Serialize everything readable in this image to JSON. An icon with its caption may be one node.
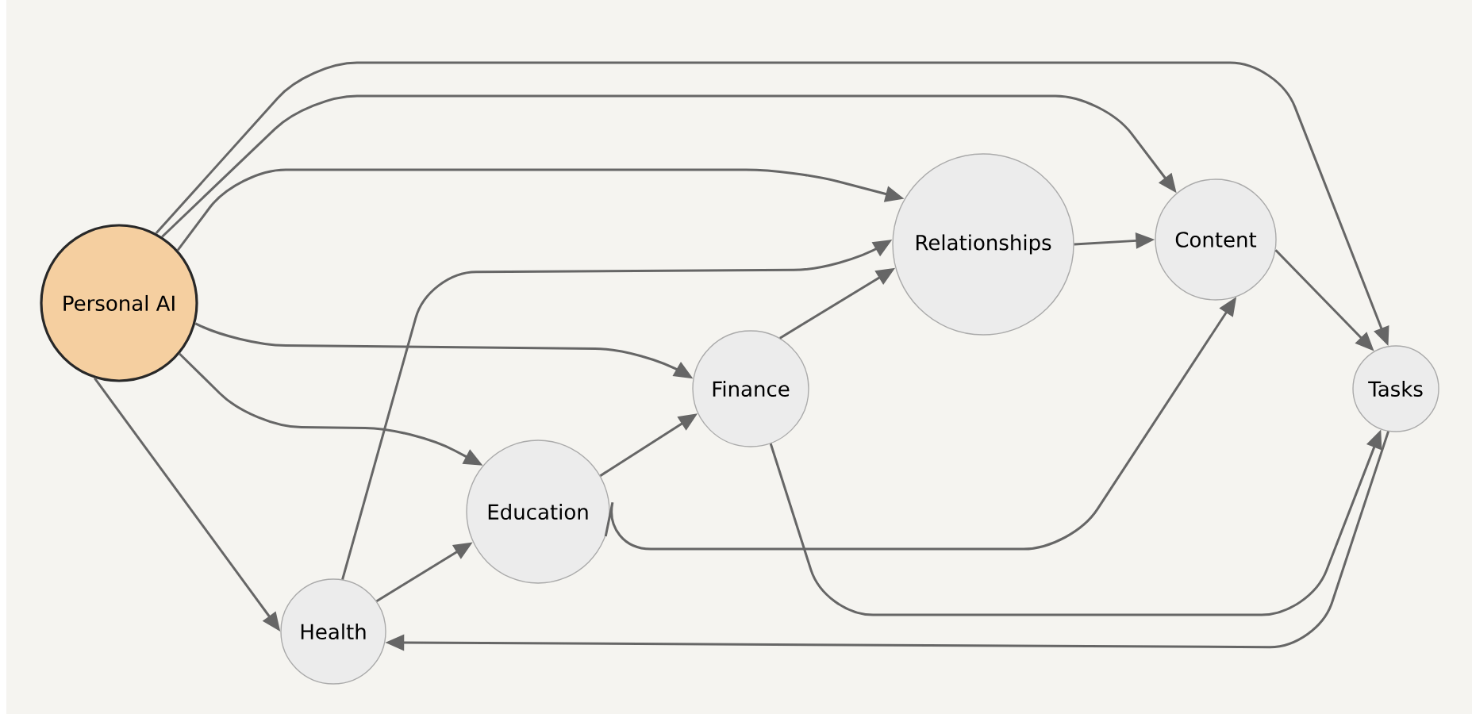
{
  "diagram": {
    "nodes": [
      {
        "text": [
          "Personal AI"
        ]
      },
      {
        "text": [
          "Relationships"
        ]
      },
      {
        "text": [
          "Content"
        ]
      },
      {
        "text": [
          "Finance"
        ]
      },
      {
        "text": [
          "Tasks"
        ]
      },
      {
        "text": [
          "Education"
        ]
      },
      {
        "text": [
          "Health"
        ]
      }
    ],
    "edges": [
      {
        "from": 0,
        "to": 4,
        "arrow": "to"
      },
      {
        "from": 0,
        "to": 2,
        "arrow": "to"
      },
      {
        "from": 0,
        "to": 1,
        "arrow": "to"
      },
      {
        "from": 0,
        "to": 3,
        "arrow": "to"
      },
      {
        "from": 0,
        "to": 5,
        "arrow": "to"
      },
      {
        "from": 0,
        "to": 6,
        "arrow": "to"
      },
      {
        "from": 6,
        "to": 1,
        "arrow": "to"
      },
      {
        "from": 6,
        "to": 5,
        "arrow": "to"
      },
      {
        "from": 5,
        "to": 3,
        "arrow": "to"
      },
      {
        "from": 3,
        "to": 1,
        "arrow": "to"
      },
      {
        "from": 1,
        "to": 2,
        "arrow": "to"
      },
      {
        "from": 2,
        "to": 4,
        "arrow": "to"
      },
      {
        "from": 5,
        "to": 2,
        "arrow": "to"
      },
      {
        "from": 3,
        "to": 4,
        "arrow": "to"
      },
      {
        "from": 4,
        "to": 6,
        "arrow": "to"
      }
    ]
  }
}
